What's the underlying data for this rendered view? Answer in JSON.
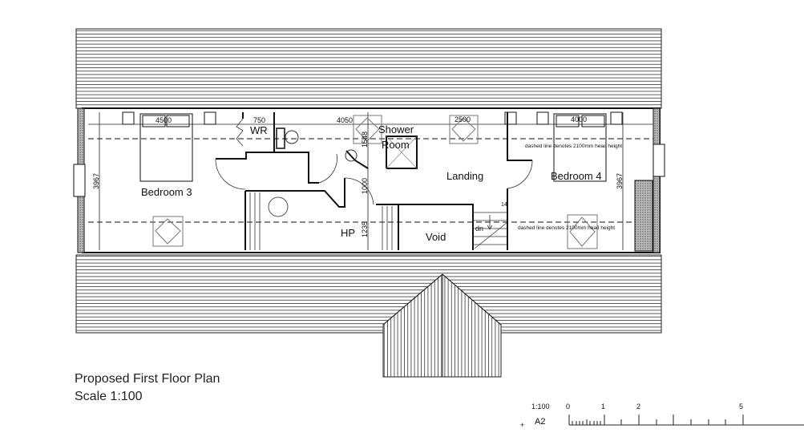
{
  "plan": {
    "title": "Proposed First Floor Plan",
    "scale": "Scale 1:100"
  },
  "rooms": {
    "bedroom3": "Bedroom 3",
    "wr": "WR",
    "shower1": "Shower",
    "shower2": "Room",
    "landing": "Landing",
    "bedroom4": "Bedroom 4",
    "hp": "HP",
    "void": "Void",
    "stairs_dn": "dn",
    "stairs_count": "14"
  },
  "dimensions": {
    "d4500": "4500",
    "d750": "750",
    "d4050": "4050",
    "d2500": "2500",
    "d4000": "4000",
    "d3967_left": "3967",
    "d3967_right": "3967",
    "d1548": "1548",
    "d1000": "1000",
    "d1235": "1235"
  },
  "notes": {
    "head_height_top": "dashed line denotes 2100mm head height",
    "head_height_bottom": "dashed line denotes 2100mm head height"
  },
  "scale_bar": {
    "ratio": "1:100",
    "sheet": "A2",
    "ticks": [
      "0",
      "1",
      "2",
      "5"
    ]
  }
}
